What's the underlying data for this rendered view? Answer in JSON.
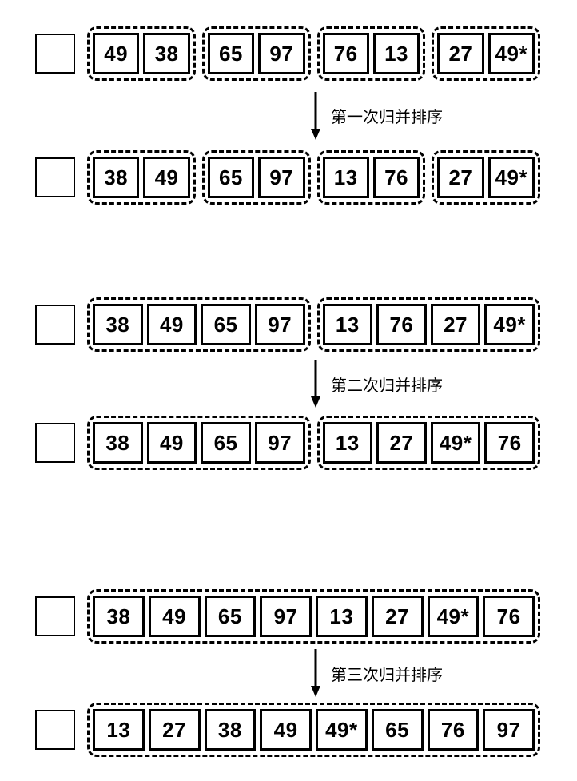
{
  "colors": {
    "stroke": "#000000",
    "background": "#ffffff"
  },
  "arrows": [
    {
      "label": "第一次归并排序"
    },
    {
      "label": "第二次归并排序"
    },
    {
      "label": "第三次归并排序"
    }
  ],
  "steps": [
    {
      "groups": [
        [
          "49",
          "38"
        ],
        [
          "65",
          "97"
        ],
        [
          "76",
          "13"
        ],
        [
          "27",
          "49*"
        ]
      ]
    },
    {
      "groups": [
        [
          "38",
          "49"
        ],
        [
          "65",
          "97"
        ],
        [
          "13",
          "76"
        ],
        [
          "27",
          "49*"
        ]
      ]
    },
    {
      "groups": [
        [
          "38",
          "49",
          "65",
          "97"
        ],
        [
          "13",
          "76",
          "27",
          "49*"
        ]
      ]
    },
    {
      "groups": [
        [
          "38",
          "49",
          "65",
          "97"
        ],
        [
          "13",
          "27",
          "49*",
          "76"
        ]
      ]
    },
    {
      "groups": [
        [
          "38",
          "49",
          "65",
          "97",
          "13",
          "27",
          "49*",
          "76"
        ]
      ]
    },
    {
      "groups": [
        [
          "13",
          "27",
          "38",
          "49",
          "49*",
          "65",
          "76",
          "97"
        ]
      ]
    }
  ]
}
